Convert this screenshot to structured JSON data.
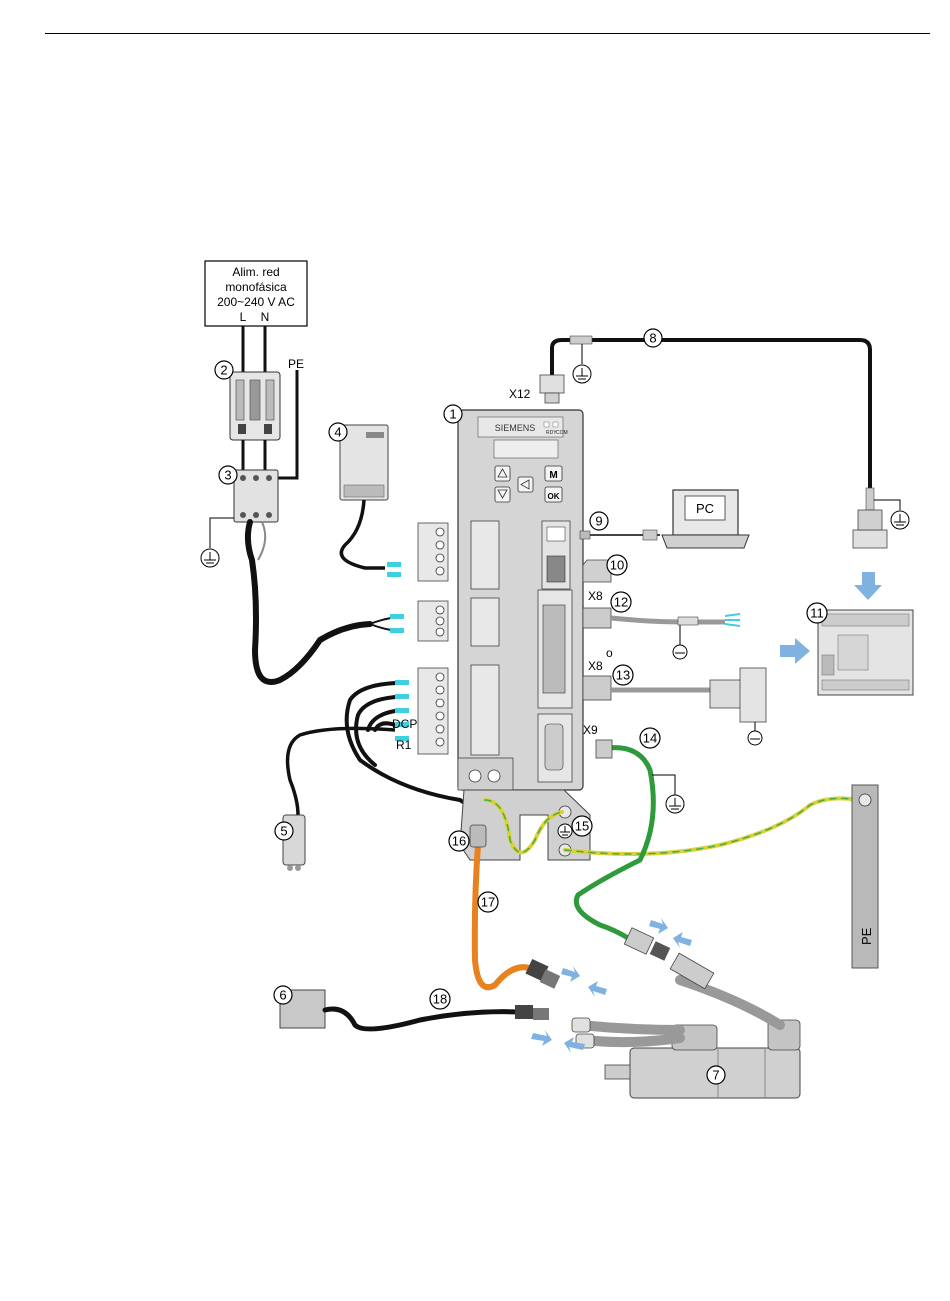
{
  "supply": {
    "line1": "Alim. red",
    "line2": "monofásica",
    "line3": "200~240 V AC",
    "terminal_l": "L",
    "terminal_n": "N"
  },
  "labels": {
    "pe_top": "PE",
    "x12": "X12",
    "x8_a": "X8",
    "x8_b": "X8",
    "x9": "X9",
    "or_text": "o",
    "dcp": "DCP",
    "r1": "R1",
    "pe_bar": "PE",
    "pc": "PC",
    "drive_brand": "SIEMENS",
    "led_rdy": "RDY",
    "led_com": "COM",
    "key_m": "M",
    "key_ok": "OK"
  },
  "callouts": {
    "c1": "1",
    "c2": "2",
    "c3": "3",
    "c4": "4",
    "c5": "5",
    "c6": "6",
    "c7": "7",
    "c8": "8",
    "c9": "9",
    "c10": "10",
    "c11": "11",
    "c12": "12",
    "c13": "13",
    "c14": "14",
    "c15": "15",
    "c16": "16",
    "c17": "17",
    "c18": "18"
  },
  "colors": {
    "cable_black": "#111111",
    "cable_orange": "#e8821e",
    "cable_green": "#2e9a3c",
    "pe_yellow": "#d8d23a",
    "pe_green": "#4aa84a",
    "wire_tip": "#3fd0e0",
    "arrow_blue": "#7fb2e0",
    "drive_gray": "#d0d0d0"
  }
}
